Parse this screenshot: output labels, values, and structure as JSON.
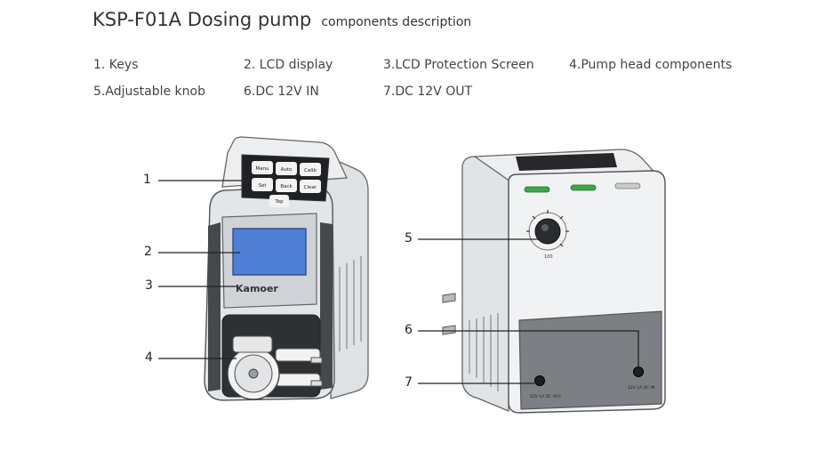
{
  "title": {
    "main": "KSP-F01A Dosing pump",
    "sub": "components description"
  },
  "legend": [
    "1. Keys",
    "2. LCD display",
    "3.LCD Protection Screen",
    "4.Pump head components",
    "5.Adjustable knob",
    "6.DC 12V IN",
    "7.DC 12V OUT"
  ],
  "callouts": [
    "1",
    "2",
    "3",
    "4",
    "5",
    "6",
    "7"
  ],
  "device": {
    "brand": "Kamoer",
    "keys": [
      "Manu",
      "Auto",
      "Calib",
      "Set",
      "Back",
      "Clear",
      "Top"
    ],
    "dial_mark": "100",
    "port_in": "12V 1A DC IN",
    "port_out": "12V 1A DC OUT"
  },
  "colors": {
    "lcd": "#4f80d6",
    "indicator_green": "#3aa94a",
    "body_gray": "#e6e8ea",
    "panel_dark": "#7c7f83"
  }
}
